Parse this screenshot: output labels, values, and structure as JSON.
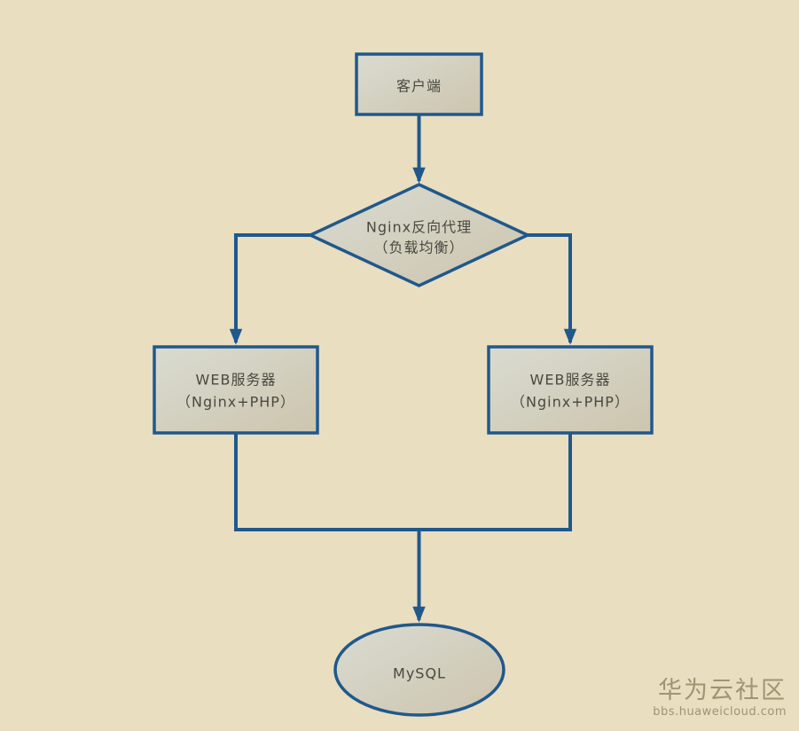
{
  "diagram": {
    "nodes": {
      "client": {
        "shape": "rectangle",
        "label": "客户端"
      },
      "proxy": {
        "shape": "diamond",
        "line1": "Nginx反向代理",
        "line2": "（负载均衡）"
      },
      "web_left": {
        "shape": "rectangle",
        "line1": "WEB服务器",
        "line2": "（Nginx+PHP）"
      },
      "web_right": {
        "shape": "rectangle",
        "line1": "WEB服务器",
        "line2": "（Nginx+PHP）"
      },
      "mysql": {
        "shape": "ellipse",
        "label": "MySQL"
      }
    },
    "edges": [
      {
        "from": "client",
        "to": "proxy",
        "arrow": true
      },
      {
        "from": "proxy",
        "to": "web_left",
        "arrow": true
      },
      {
        "from": "proxy",
        "to": "web_right",
        "arrow": true
      },
      {
        "from": "web_left",
        "to": "mysql",
        "arrow": true
      },
      {
        "from": "web_right",
        "to": "mysql",
        "arrow": true
      }
    ]
  },
  "watermark": {
    "title": "华为云社区",
    "subtitle": "bbs.huaweicloud.com"
  },
  "colors": {
    "background": "#e9dec0",
    "line": "#20588c",
    "node_border": "#20588c",
    "node_fill_light": "#d9dbd1",
    "node_fill_dark": "#cdc5ae",
    "node_text": "#4a4940",
    "watermark_text": "#a29371"
  }
}
